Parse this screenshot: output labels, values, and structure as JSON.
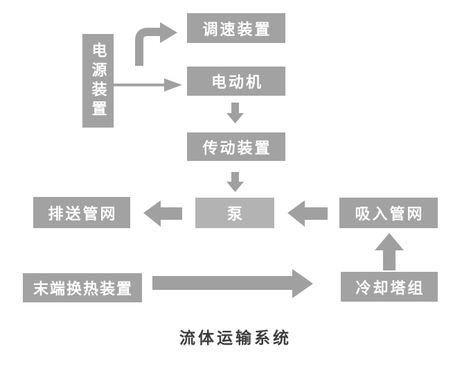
{
  "title": "流体运输系统",
  "colors": {
    "background": "#ffffff",
    "box_fill": "#a2a2a2",
    "pump_fill": "#b3b3b3",
    "arrow_fill": "#a0a0a0",
    "box_text": "#ffffff",
    "title_text": "#3d3d3d"
  },
  "nodes": {
    "power_supply": "电源装置",
    "speed_control": "调速装置",
    "motor": "电动机",
    "transmission": "传动装置",
    "pump": "泵",
    "discharge_network": "排送管网",
    "suction_network": "吸入管网",
    "terminal_heat_exchanger": "末端换热装置",
    "cooling_tower": "冷却塔组"
  },
  "edges": [
    {
      "from": "power_supply",
      "to": "speed_control",
      "style": "elbow-up-right"
    },
    {
      "from": "power_supply",
      "to": "motor",
      "style": "thin-right"
    },
    {
      "from": "motor",
      "to": "transmission",
      "style": "block-down"
    },
    {
      "from": "transmission",
      "to": "pump",
      "style": "block-down"
    },
    {
      "from": "pump",
      "to": "discharge_network",
      "style": "block-left"
    },
    {
      "from": "suction_network",
      "to": "pump",
      "style": "block-left"
    },
    {
      "from": "cooling_tower",
      "to": "suction_network",
      "style": "block-up"
    },
    {
      "from": "terminal_heat_exchanger",
      "to": "cooling_tower",
      "style": "block-right-large"
    }
  ]
}
